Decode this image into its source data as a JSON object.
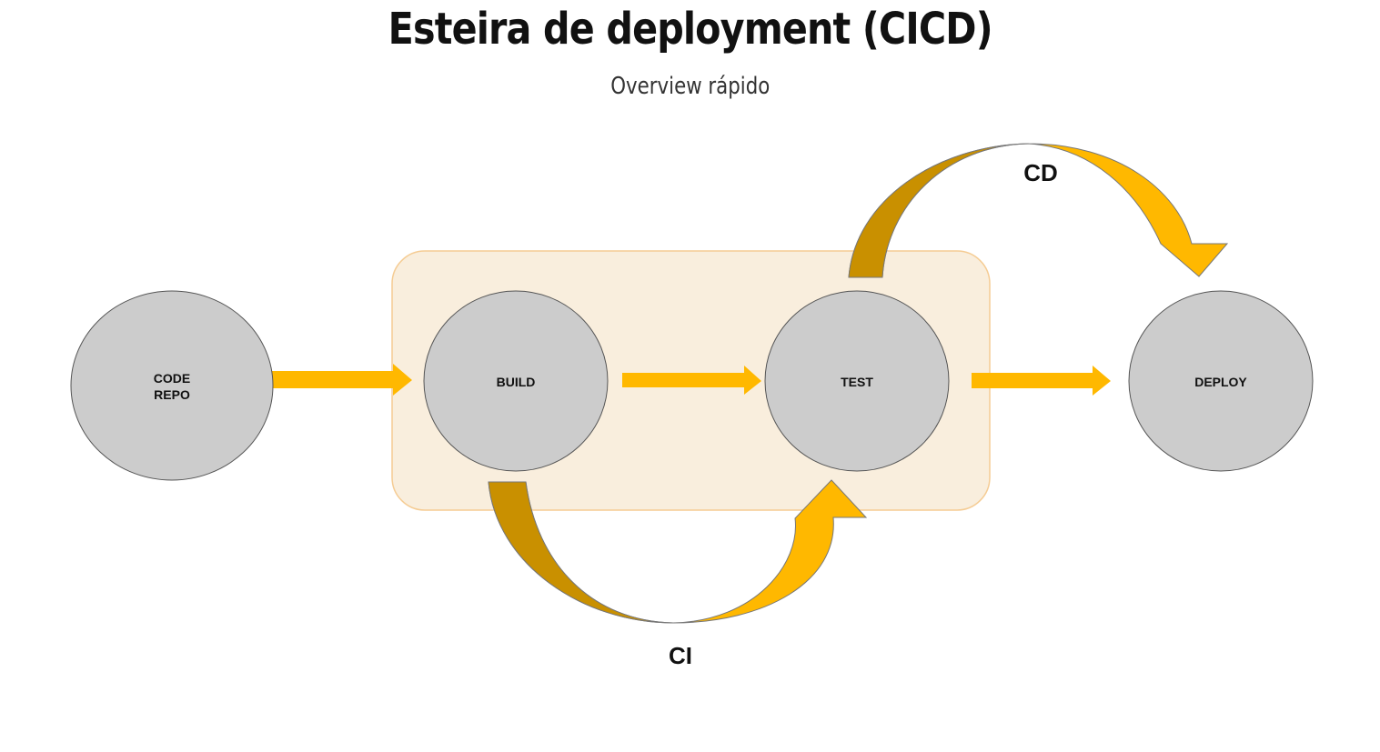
{
  "header": {
    "title": "Esteira de deployment (CICD)",
    "subtitle": "Overview rápido"
  },
  "nodes": {
    "code_repo": {
      "line1": "CODE",
      "line2": "REPO"
    },
    "build": "BUILD",
    "test": "TEST",
    "deploy": "DEPLOY"
  },
  "flows": {
    "ci": "CI",
    "cd": "CD"
  },
  "colors": {
    "arrow": "#FFB800",
    "arrow_dark": "#C99000",
    "node_fill": "#CCCCCC",
    "group_fill": "#F9EEDD",
    "group_stroke": "#F5CC94"
  }
}
